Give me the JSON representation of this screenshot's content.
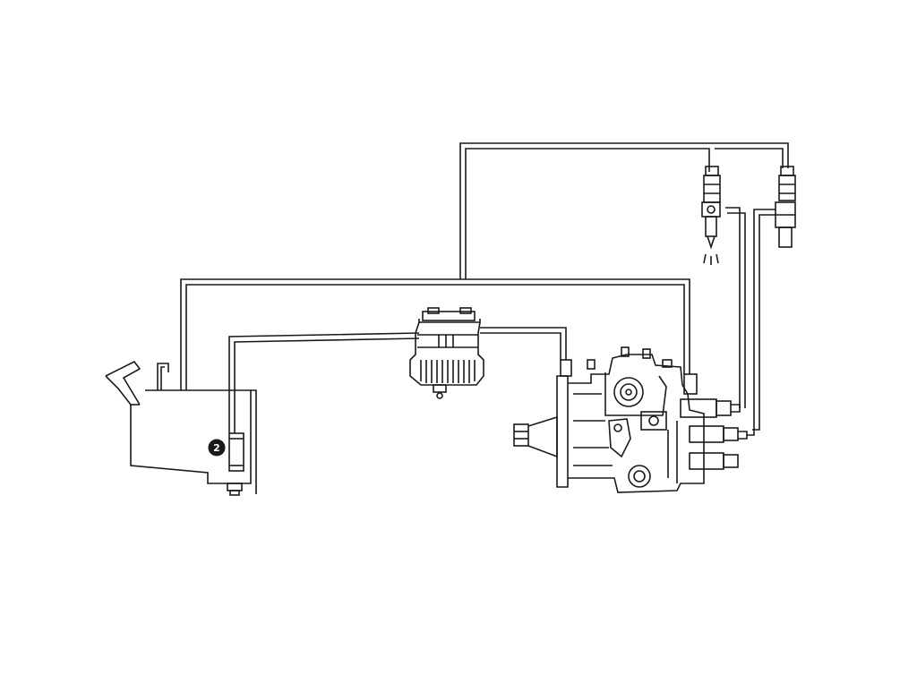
{
  "diagram": {
    "components": [
      {
        "id": "fuel-tank",
        "label": ""
      },
      {
        "id": "fuel-filter",
        "label": ""
      },
      {
        "id": "injection-pump",
        "label": ""
      },
      {
        "id": "injector-1",
        "label": ""
      },
      {
        "id": "injector-2",
        "label": ""
      },
      {
        "id": "tank-pickup",
        "label": ""
      }
    ],
    "markers": [
      {
        "id": "tank-pickup-marker",
        "text": "2"
      }
    ],
    "colors": {
      "background": "#ffffff",
      "line": "#1a1a1a",
      "marker_fill": "#1a1a1a",
      "marker_text": "#ffffff"
    }
  }
}
